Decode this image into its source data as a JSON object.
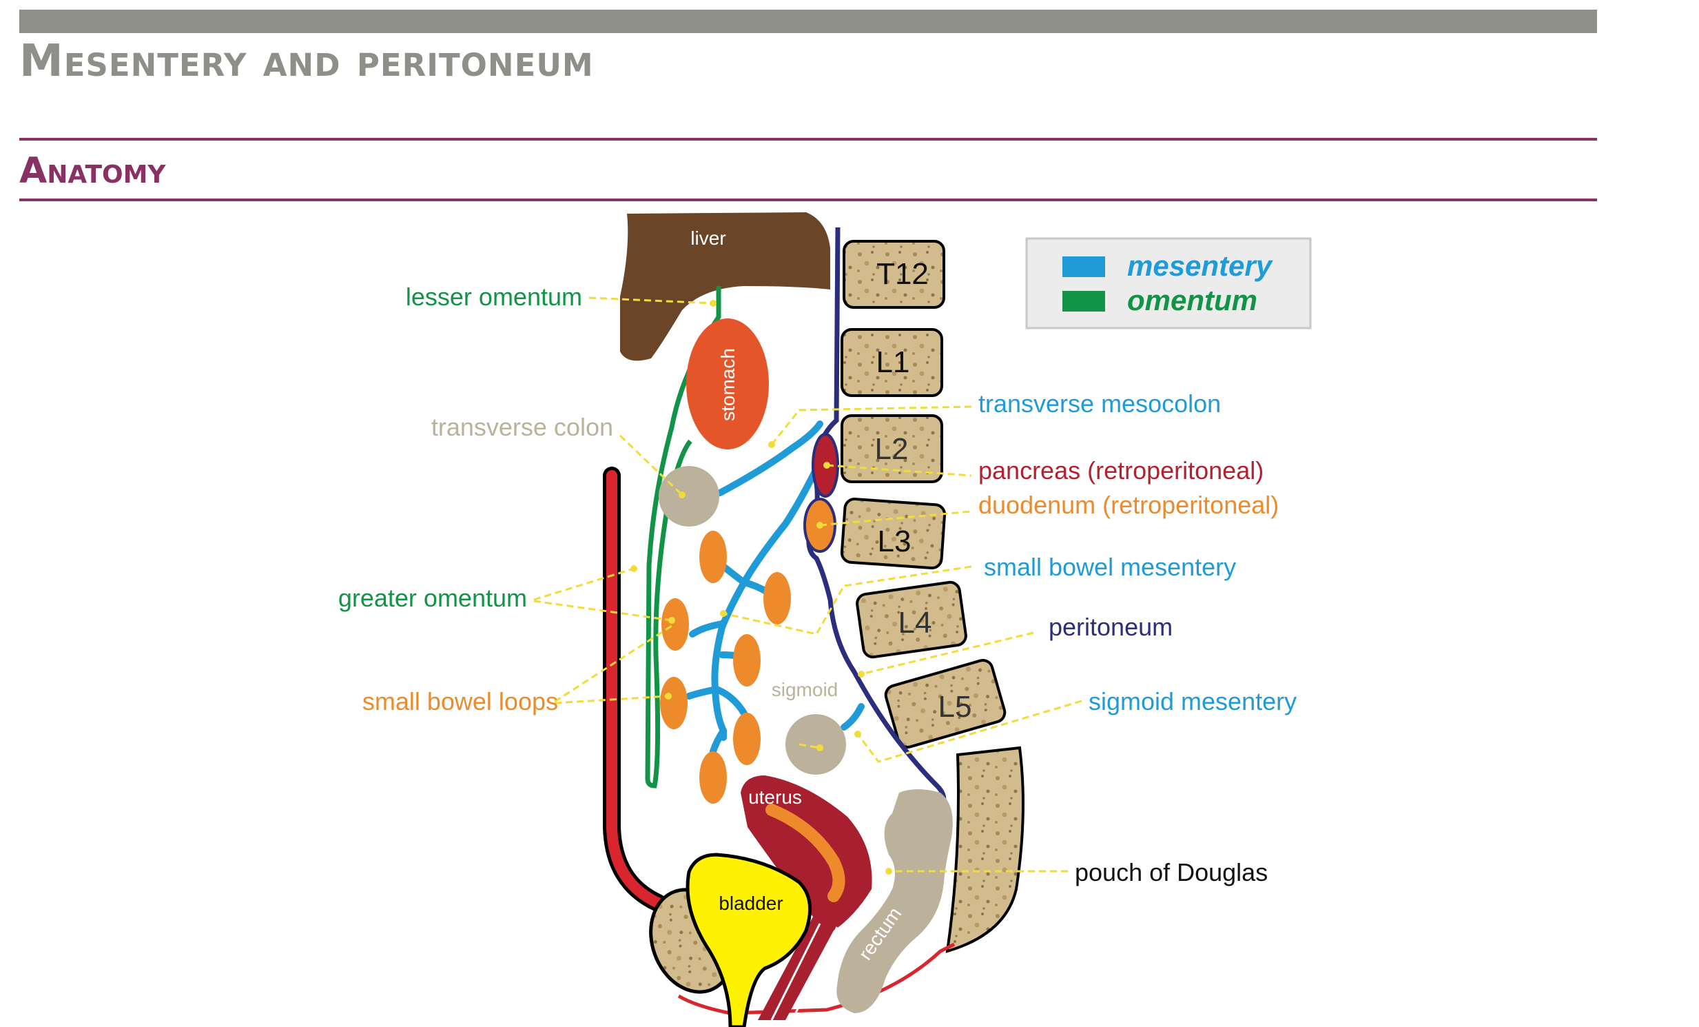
{
  "header": {
    "title": "Mesentery and peritoneum",
    "section": "Anatomy"
  },
  "colors": {
    "mesentery": "#1f9bd7",
    "omentum": "#119447",
    "peritoneum": "#2a2e7c",
    "retroperitoneal": "#b5202e",
    "small_bowel": "#ec8a2c",
    "colon": "#bcb29b",
    "bone": "#d2bb8c",
    "liver": "#6b4528",
    "stomach": "#e4562a",
    "bladder": "#fff200",
    "uterus": "#a8202f",
    "leader": "#f1dc3a"
  },
  "legend": {
    "mesentery": "mesentery",
    "omentum": "omentum"
  },
  "vertebrae": [
    "T12",
    "L1",
    "L2",
    "L3",
    "L4",
    "L5"
  ],
  "organs": {
    "liver": "liver",
    "stomach": "stomach",
    "uterus": "uterus",
    "bladder": "bladder",
    "rectum": "rectum",
    "sigmoid": "sigmoid"
  },
  "labels": {
    "lesser_omentum": "lesser omentum",
    "transverse_colon": "transverse colon",
    "greater_omentum": "greater omentum",
    "small_bowel_loops": "small bowel loops",
    "transverse_mesocolon": "transverse mesocolon",
    "pancreas": "pancreas (retroperitoneal)",
    "duodenum": "duodenum (retroperitoneal)",
    "small_bowel_mesentery": "small bowel mesentery",
    "peritoneum": "peritoneum",
    "sigmoid_mesentery": "sigmoid mesentery",
    "pouch_of_douglas": "pouch of Douglas"
  }
}
